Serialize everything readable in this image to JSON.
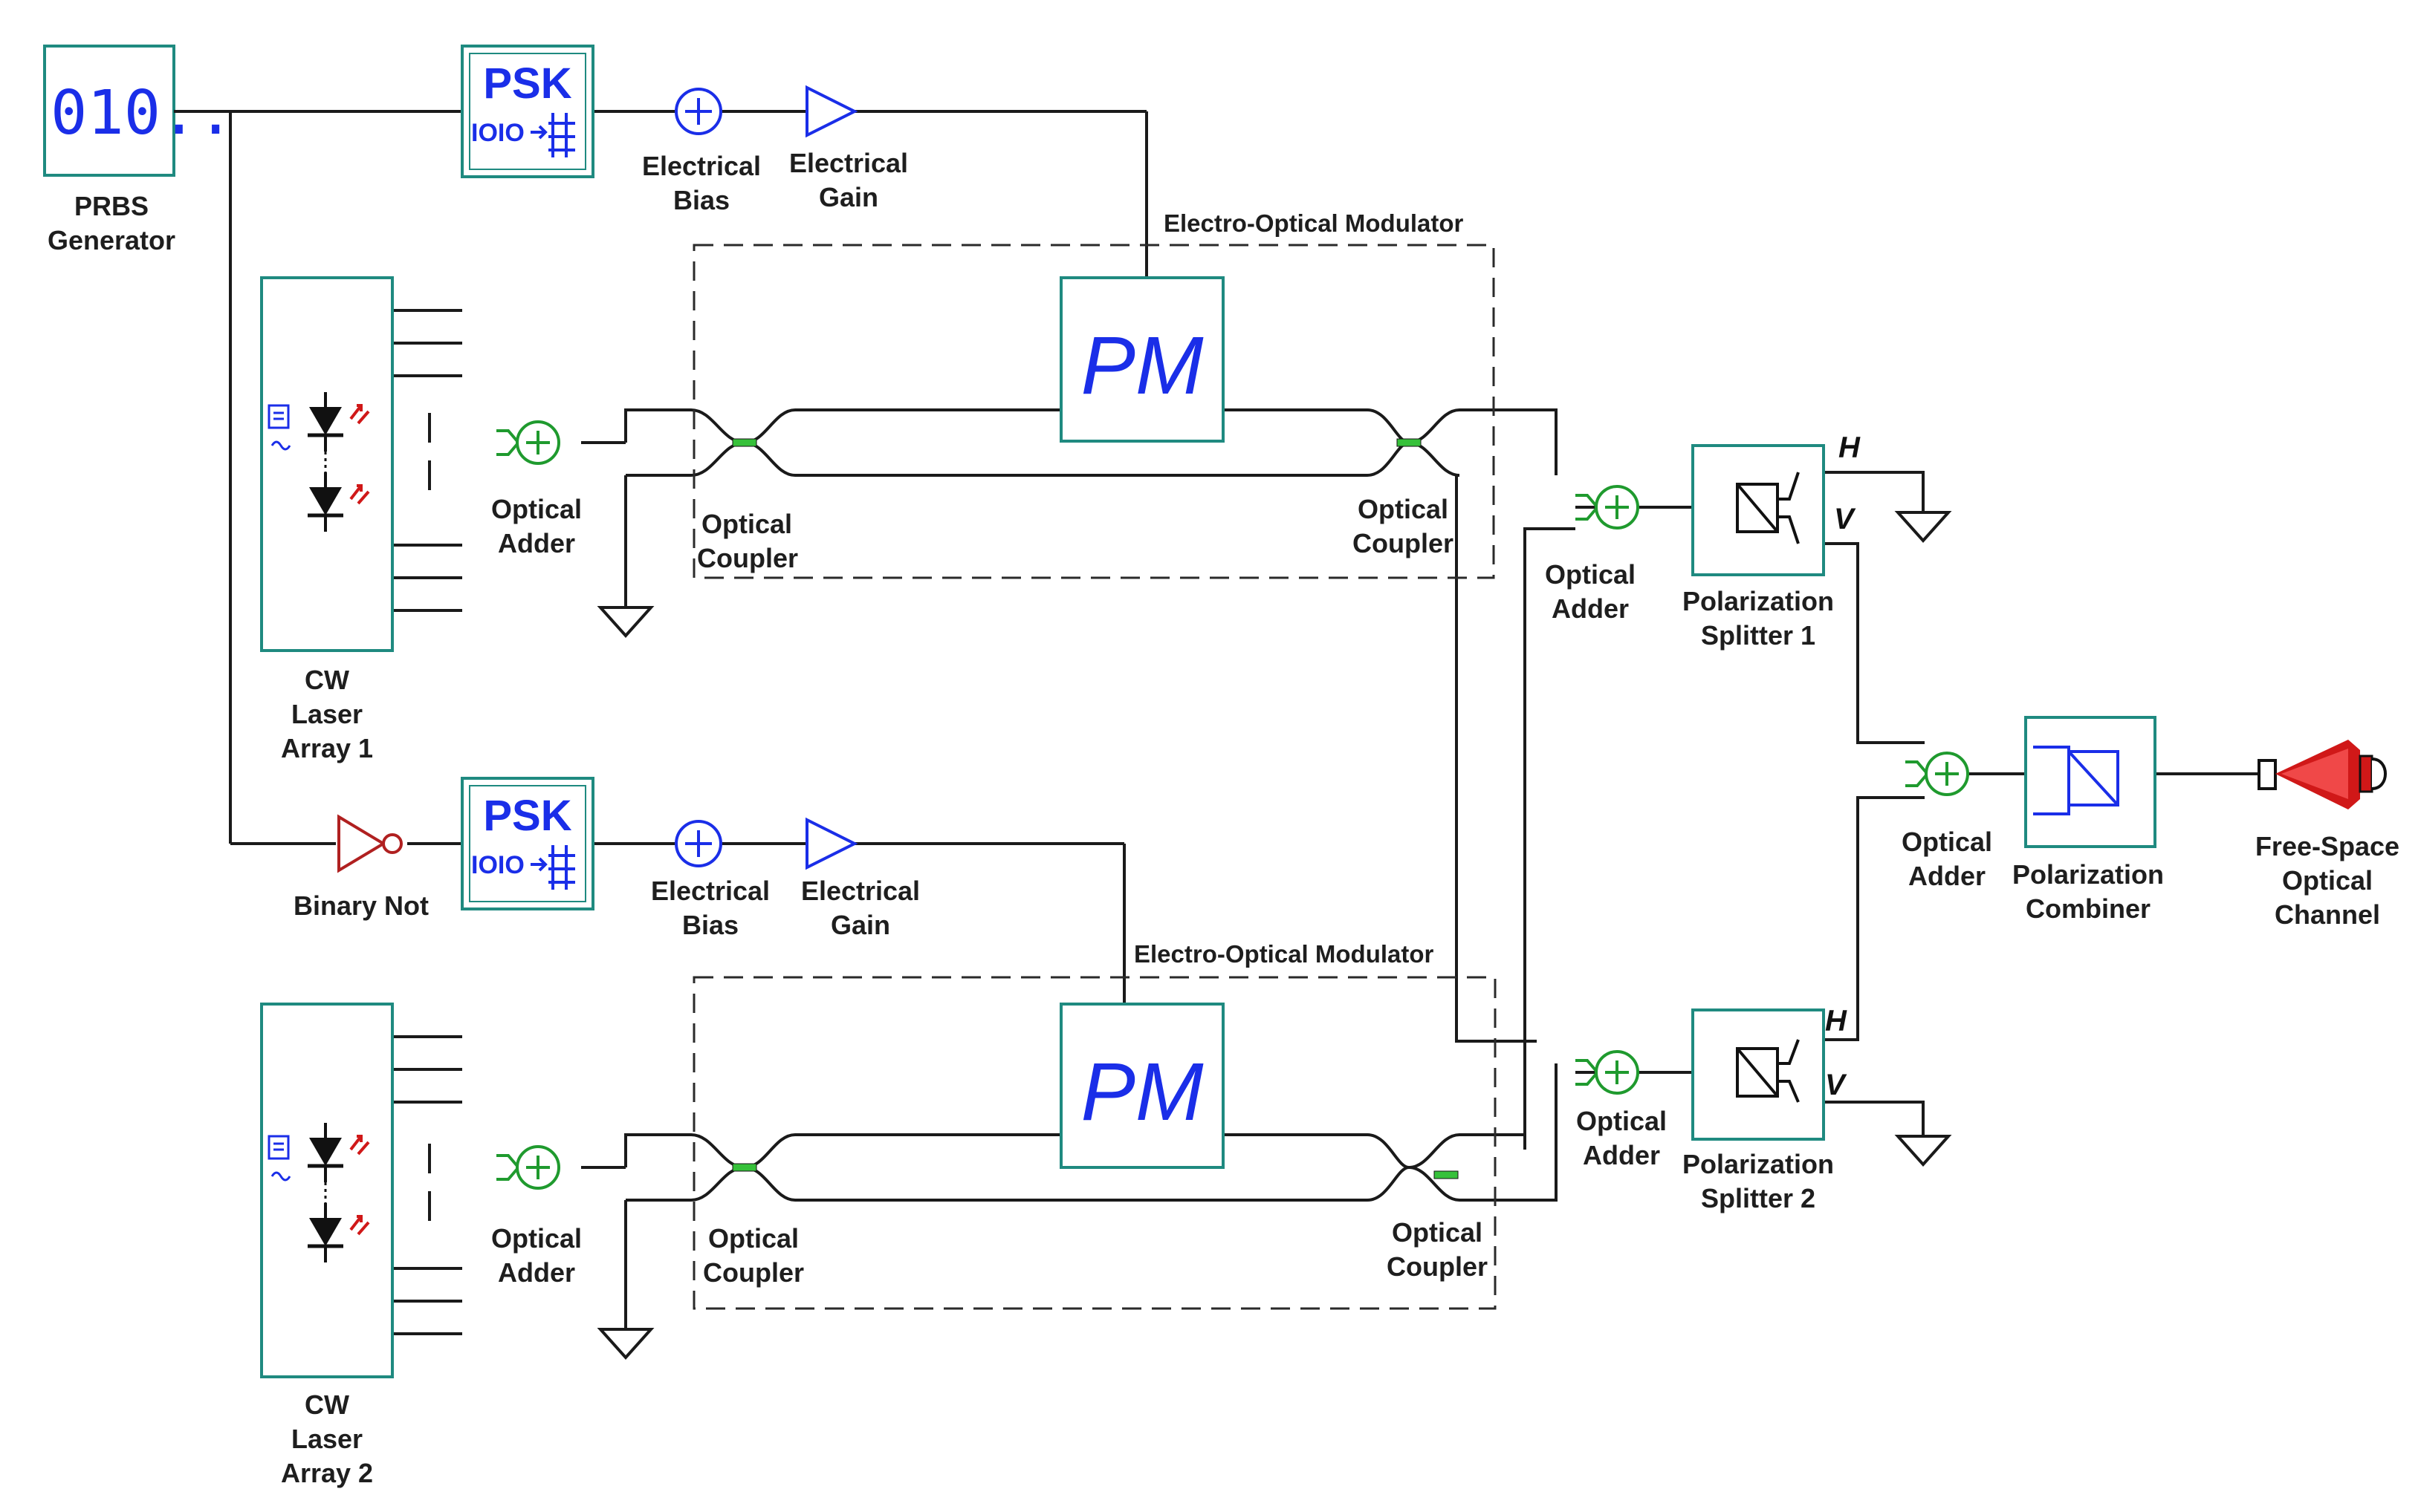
{
  "prbs": {
    "display": "010..",
    "label_line1": "PRBS",
    "label_line2": "Generator"
  },
  "psk": {
    "title": "PSK",
    "bits": "IOIO"
  },
  "branches": [
    {
      "ebias_l1": "Electrical",
      "ebias_l2": "Bias",
      "egain_l1": "Electrical",
      "egain_l2": "Gain",
      "eom_label": "Electro-Optical Modulator",
      "pm": "PM",
      "laser_l1": "CW",
      "laser_l2": "Laser",
      "laser_l3": "Array 1",
      "oadd_l1": "Optical",
      "oadd_l2": "Adder",
      "coupler1_l1": "Optical",
      "coupler1_l2": "Coupler",
      "coupler2_l1": "Optical",
      "coupler2_l2": "Coupler",
      "oadd2_l1": "Optical",
      "oadd2_l2": "Adder",
      "psplit_l1": "Polarization",
      "psplit_l2": "Splitter 1"
    },
    {
      "ebias_l1": "Electrical",
      "ebias_l2": "Bias",
      "egain_l1": "Electrical",
      "egain_l2": "Gain",
      "eom_label": "Electro-Optical Modulator",
      "pm": "PM",
      "laser_l1": "CW",
      "laser_l2": "Laser",
      "laser_l3": "Array 2",
      "oadd_l1": "Optical",
      "oadd_l2": "Adder",
      "coupler1_l1": "Optical",
      "coupler1_l2": "Coupler",
      "coupler2_l1": "Optical",
      "coupler2_l2": "Coupler",
      "oadd2_l1": "Optical",
      "oadd2_l2": "Adder",
      "psplit_l1": "Polarization",
      "psplit_l2": "Splitter 2"
    }
  ],
  "binary_not": "Binary Not",
  "h_port": "H",
  "v_port": "V",
  "final_adder": {
    "l1": "Optical",
    "l2": "Adder"
  },
  "combiner": {
    "l1": "Polarization",
    "l2": "Combiner"
  },
  "channel": {
    "l1": "Free-Space",
    "l2": "Optical",
    "l3": "Channel"
  },
  "colors": {
    "box_border": "#1f8a80",
    "electrical": "#1a2ee8",
    "optical": "#1f9a2e",
    "inverter": "#b02020",
    "channel": "#d01818"
  }
}
